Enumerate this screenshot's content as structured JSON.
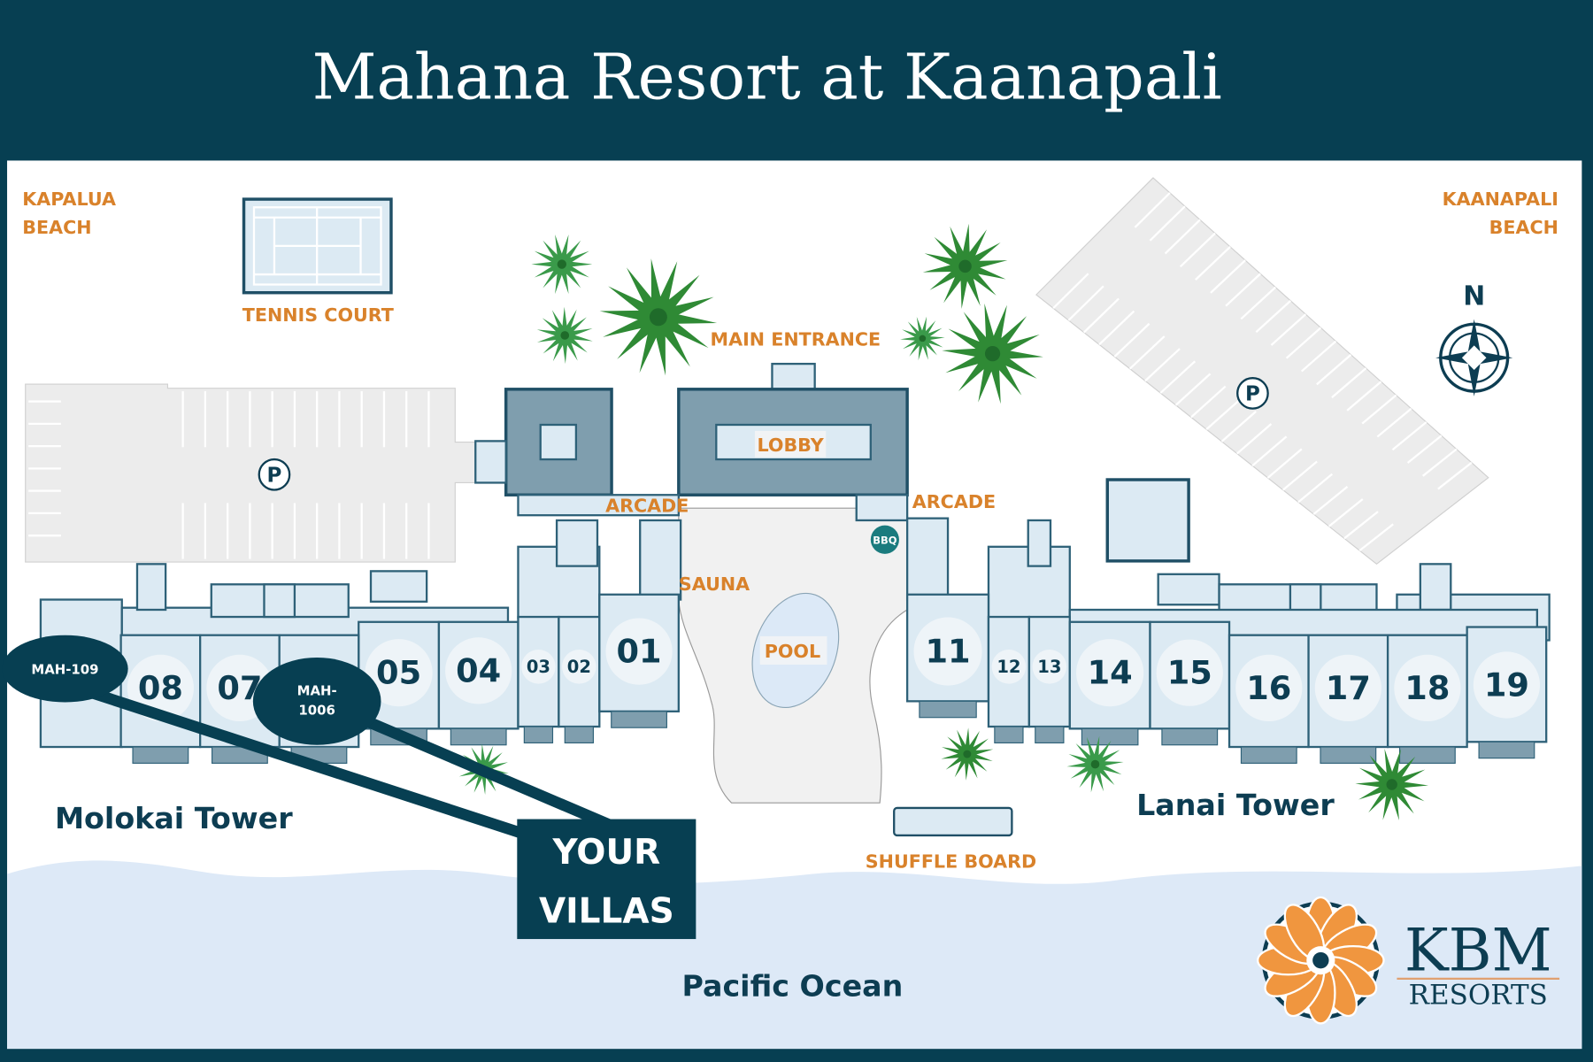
{
  "header": {
    "title": "Mahana Resort at Kaanapali"
  },
  "beaches": {
    "left": [
      "KAPALUA",
      "BEACH"
    ],
    "right": [
      "KAANAPALI",
      "BEACH"
    ]
  },
  "amenities": {
    "tennis_court": "TENNIS COURT",
    "main_entrance": "MAIN ENTRANCE",
    "lobby": "LOBBY",
    "arcade_left": "ARCADE",
    "arcade_right": "ARCADE",
    "sauna": "SAUNA",
    "pool": "POOL",
    "bbq": "BBQ",
    "shuffle_board": "SHUFFLE BOARD",
    "parking_symbol": "P"
  },
  "compass": {
    "north": "N"
  },
  "towers": {
    "left": "Molokai Tower",
    "right": "Lanai Tower"
  },
  "ocean": "Pacific Ocean",
  "units_left": [
    "08",
    "07",
    "05",
    "04",
    "03",
    "02",
    "01"
  ],
  "units_right": [
    "11",
    "12",
    "13",
    "14",
    "15",
    "16",
    "17",
    "18",
    "19"
  ],
  "villa_markers": [
    {
      "label": "MAH-109"
    },
    {
      "label_lines": [
        "MAH-",
        "1006"
      ]
    }
  ],
  "callout": {
    "lines": [
      "YOUR",
      "VILLAS"
    ]
  },
  "logo": {
    "name": "KBM",
    "sub": "RESORTS"
  },
  "colors": {
    "header": "#073f52",
    "accent": "#d9822b",
    "building": "#dceaf3",
    "ocean": "#dde9f7",
    "tree": "#2f8a35"
  }
}
